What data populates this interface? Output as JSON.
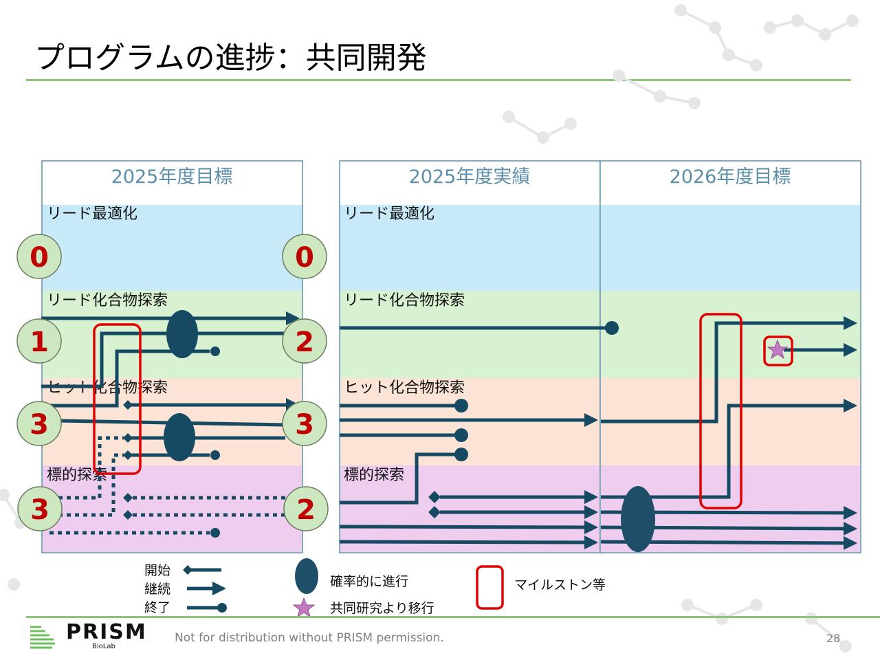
{
  "slide": {
    "title": "プログラムの進捗：共同開発",
    "footer_text": "Not for distribution without PRISM permission.",
    "page_number": "28",
    "logo": {
      "word": "PRISM",
      "sub": "BioLab"
    }
  },
  "colors": {
    "line": "#164a63",
    "milestone": "#e00000",
    "star": "#c27bc2",
    "circle_fill": "#cde8c1",
    "count_text": "#c00000",
    "panel_title": "#5b8fa8",
    "band_lead_opt": "#c8eaf8",
    "band_lead_search": "#d8f1d0",
    "band_hit_search": "#fbe3d6",
    "band_target_search": "#efcdef",
    "rule": "#8cc57c"
  },
  "panels": [
    {
      "id": "goal-2025",
      "title": "2025年度目標"
    },
    {
      "id": "actual-2025",
      "title": "2025年度実績"
    },
    {
      "id": "goal-2026",
      "title": "2026年度目標"
    }
  ],
  "stages": [
    {
      "id": "lead-opt",
      "label": "リード最適化"
    },
    {
      "id": "lead-search",
      "label": "リード化合物探索"
    },
    {
      "id": "hit-search",
      "label": "ヒット化合物探索"
    },
    {
      "id": "target-search",
      "label": "標的探索"
    }
  ],
  "counts": {
    "start": [
      {
        "stage": "lead-opt",
        "value": "0"
      },
      {
        "stage": "lead-search",
        "value": "1"
      },
      {
        "stage": "hit-search",
        "value": "3"
      },
      {
        "stage": "target-search",
        "value": "3"
      }
    ],
    "end": [
      {
        "stage": "lead-opt",
        "value": "0"
      },
      {
        "stage": "lead-search",
        "value": "2"
      },
      {
        "stage": "hit-search",
        "value": "3"
      },
      {
        "stage": "target-search",
        "value": "2"
      }
    ]
  },
  "legend": {
    "start": "開始",
    "continue": "継続",
    "end": "終了",
    "probabilistic": "確率的に進行",
    "from_joint_research": "共同研究より移行",
    "milestone": "マイルストン等"
  }
}
